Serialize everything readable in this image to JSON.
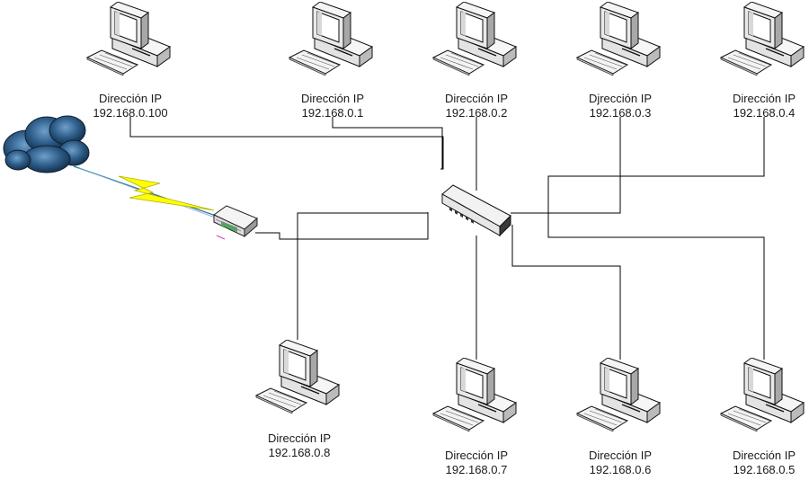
{
  "nodes": [
    {
      "label": "Dirección IP",
      "ip": "192.168.0.100"
    },
    {
      "label": "Dirección IP",
      "ip": "192.168.0.1"
    },
    {
      "label": "Dirección IP",
      "ip": "192.168.0.2"
    },
    {
      "label": "Djrección IP",
      "ip": "192.168.0.3"
    },
    {
      "label": "Dirección IP",
      "ip": "192.168.0.4"
    },
    {
      "label": "Dirección IP",
      "ip": "192.168.0.8"
    },
    {
      "label": "Dirección IP",
      "ip": "192.168.0.7"
    },
    {
      "label": "Dirección IP",
      "ip": "192.168.0.6"
    },
    {
      "label": "Dirección IP",
      "ip": "192.168.0.5"
    }
  ],
  "icons": {
    "computer": "desktop-computer-icon",
    "internet": "cloud-icon",
    "wireless_link": "lightning-bolt-icon",
    "router": "router-icon",
    "switch": "network-switch-icon"
  },
  "colors": {
    "cloud": "#2f5f8a",
    "lightning": "#ffff00",
    "wire": "#000000"
  }
}
